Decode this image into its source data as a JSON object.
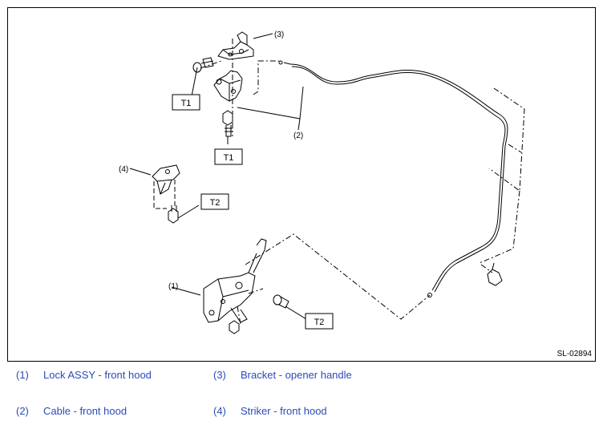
{
  "figure": {
    "id": "SL-02894",
    "callouts": {
      "c1": "(1)",
      "c2": "(2)",
      "c3": "(3)",
      "c4": "(4)"
    },
    "torque_labels": {
      "t1_top": "T1",
      "t1_mid": "T1",
      "t2_striker": "T2",
      "t2_lock": "T2"
    }
  },
  "legend": {
    "items": [
      {
        "num": "(1)",
        "text": "Lock ASSY - front hood"
      },
      {
        "num": "(3)",
        "text": "Bracket - opener handle"
      },
      {
        "num": "(2)",
        "text": "Cable - front hood"
      },
      {
        "num": "(4)",
        "text": "Striker - front hood"
      }
    ]
  },
  "colors": {
    "line": "#000000",
    "legend_text": "#2b4bb8"
  }
}
